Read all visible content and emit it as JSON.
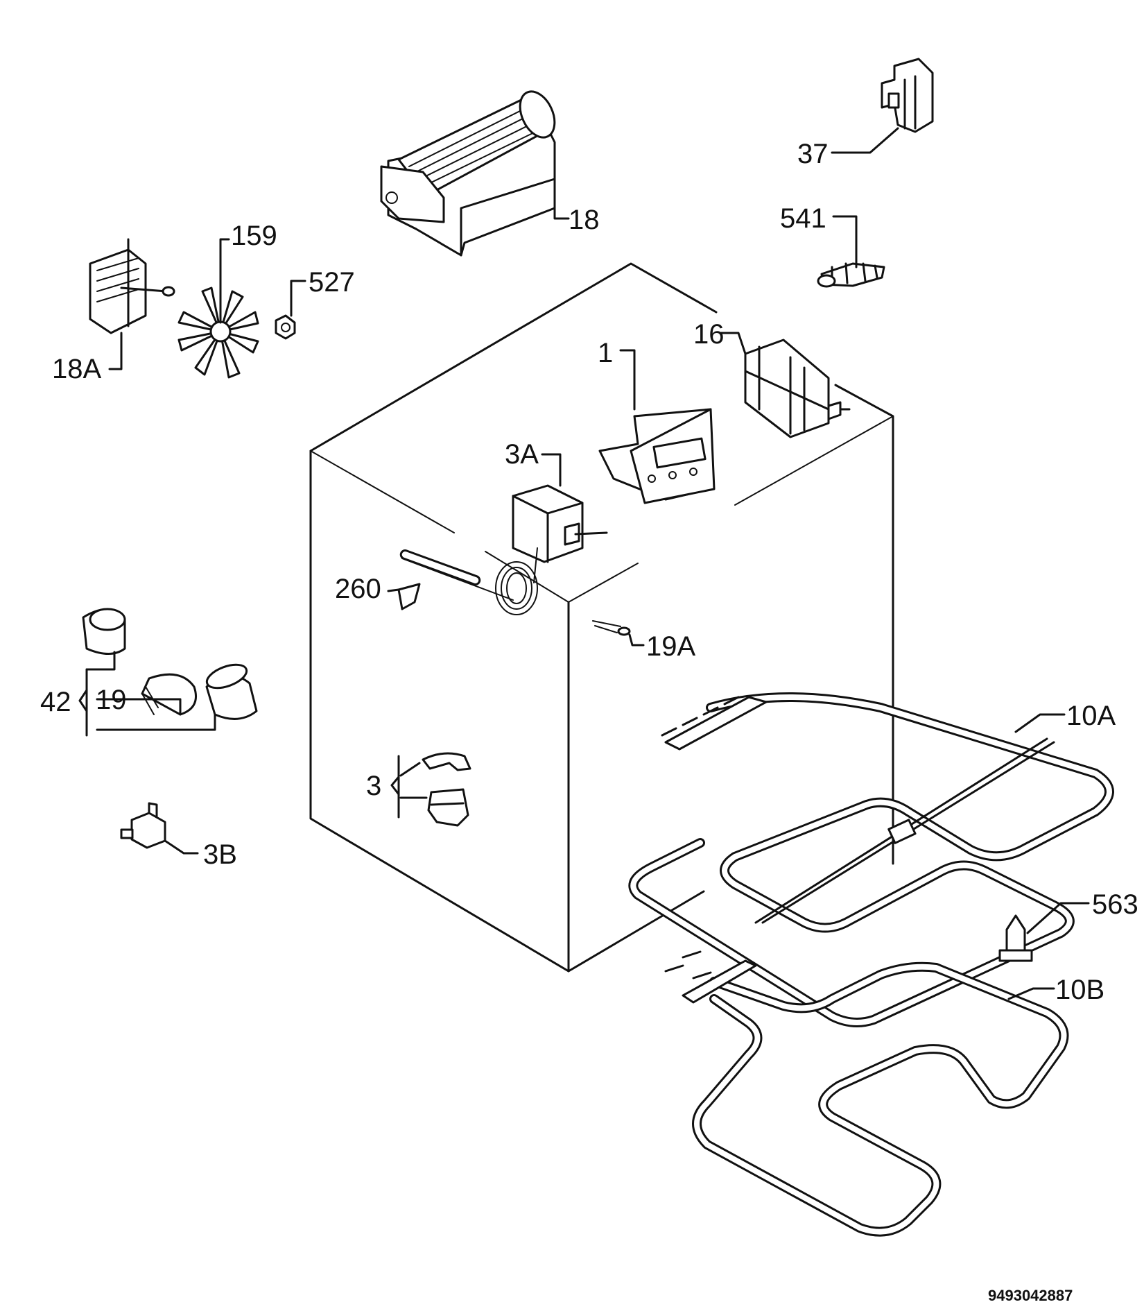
{
  "drawing_code": "9493042887",
  "parts": {
    "p1": "1",
    "p3": "3",
    "p3a": "3A",
    "p3b": "3B",
    "p10a": "10A",
    "p10b": "10B",
    "p16": "16",
    "p18": "18",
    "p18a": "18A",
    "p19": "19",
    "p19a": "19A",
    "p37": "37",
    "p42": "42",
    "p159": "159",
    "p260": "260",
    "p527": "527",
    "p541": "541",
    "p563": "563"
  }
}
